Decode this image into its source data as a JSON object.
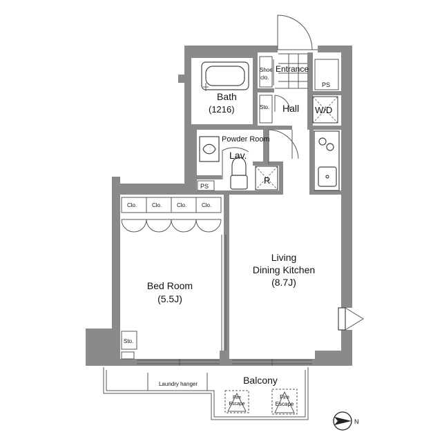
{
  "rooms": {
    "entrance": "Entrance",
    "shoe_clo_1": "Shoe",
    "shoe_clo_2": "clo.",
    "ps_top": "PS",
    "bath": "Bath",
    "bath_size": "(1216)",
    "sto_hall": "Sto.",
    "hall": "Hall",
    "wd": "W/D",
    "powder_room": "Powder Room",
    "lav": "Lav.",
    "refrigerator": "R",
    "ps_mid": "PS",
    "clo_1": "Clo.",
    "clo_2": "Clo.",
    "clo_3": "Clo.",
    "clo_4": "Clo.",
    "living_1": "Living",
    "living_2": "Dining Kitchen",
    "living_size": "(8.7J)",
    "bedroom": "Bed Room",
    "bedroom_size": "(5.5J)",
    "sto_bed": "Sto.",
    "balcony": "Balcony",
    "laundry": "Laundry hanger",
    "fire_escape_1a": "Fire",
    "fire_escape_1b": "Escape",
    "fire_escape_2a": "Fire",
    "fire_escape_2b": "Escape"
  },
  "compass": {
    "north_label": "N"
  }
}
